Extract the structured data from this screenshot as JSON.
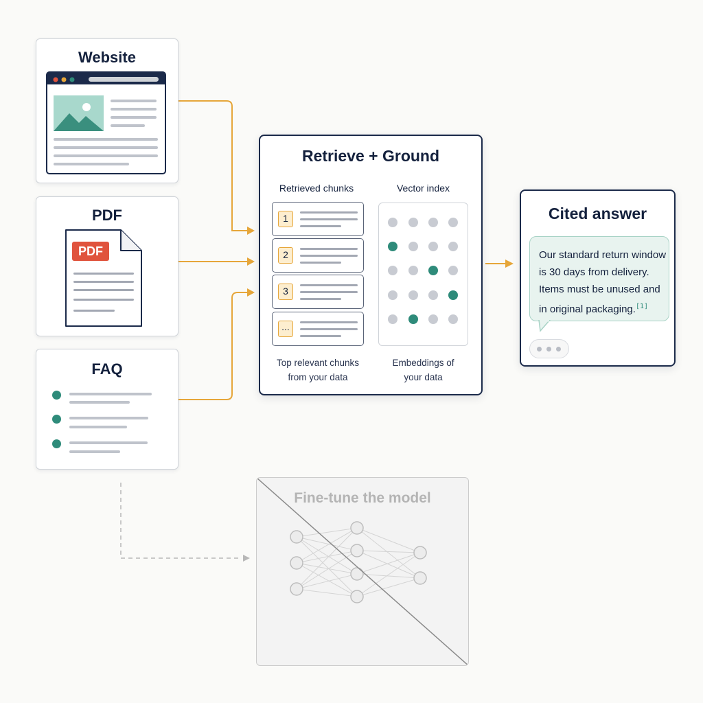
{
  "sources": {
    "website": {
      "title": "Website"
    },
    "pdf": {
      "title": "PDF",
      "badge": "PDF"
    },
    "faq": {
      "title": "FAQ"
    }
  },
  "retrieve": {
    "title": "Retrieve + Ground",
    "chunks_label": "Retrieved chunks",
    "vector_label": "Vector index",
    "chunks": [
      "1",
      "2",
      "3",
      "..."
    ],
    "chunks_caption": [
      "Top relevant chunks",
      "from your data"
    ],
    "vector_caption": [
      "Embeddings of",
      "your data"
    ]
  },
  "answer": {
    "title": "Cited answer",
    "lines": [
      "Our standard return window",
      "is 30 days from delivery.",
      "Items must be unused and",
      "in original packaging."
    ],
    "citation": "[1]"
  },
  "finetune": {
    "title": "Fine-tune the model"
  },
  "colors": {
    "arrow": "#e6a63a",
    "teal": "#2e8b7a",
    "navy": "#1b2a4a",
    "pdf_red": "#e0533d"
  }
}
